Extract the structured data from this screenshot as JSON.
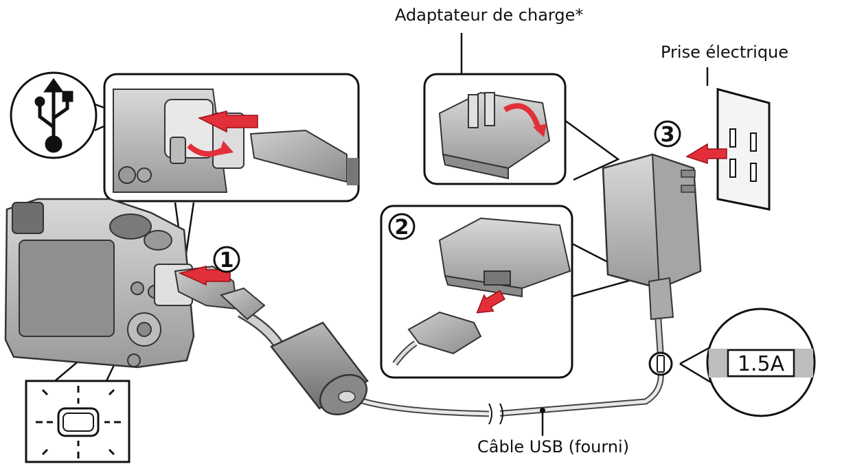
{
  "labels": {
    "adapter": "Adaptateur de charge*",
    "outlet": "Prise électrique",
    "cable": "Câble USB (fourni)"
  },
  "steps": [
    "1",
    "2",
    "3"
  ],
  "cable_rating": "1.5A"
}
